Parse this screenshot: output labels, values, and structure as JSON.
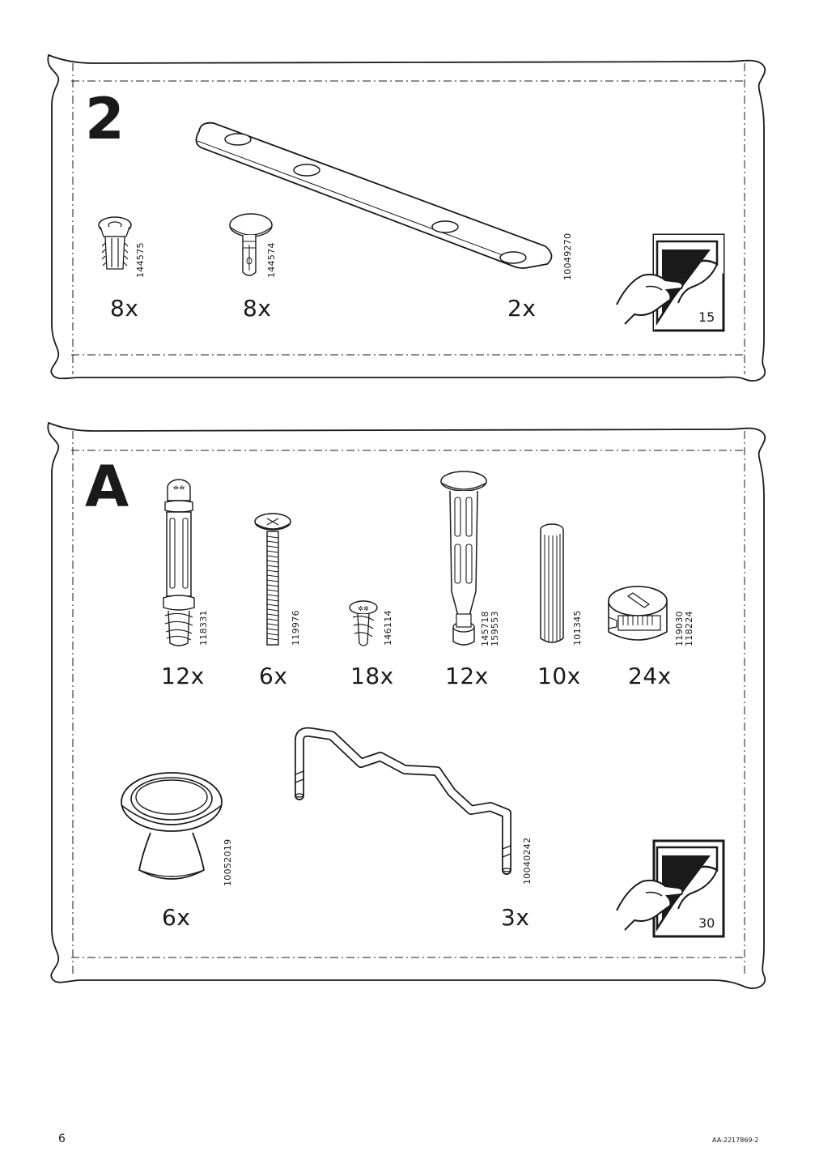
{
  "panels": [
    {
      "step": "2",
      "parts": [
        {
          "icon": "cam-dowel-icon",
          "article": "144575",
          "qty": "8x"
        },
        {
          "icon": "pin-icon",
          "article": "144574",
          "qty": "8x"
        },
        {
          "icon": "connector-plate-icon",
          "article": "10049270",
          "qty": "2x"
        }
      ],
      "turn_page": {
        "icon": "turn-page-icon",
        "page": "15"
      }
    },
    {
      "step": "A",
      "parts": [
        {
          "icon": "cam-bolt-icon",
          "article": "118331",
          "qty": "12x"
        },
        {
          "icon": "screw-icon",
          "article": "119976",
          "qty": "6x"
        },
        {
          "icon": "short-screw-icon",
          "article": "146114",
          "qty": "18x"
        },
        {
          "icon": "shelf-support-icon",
          "articles": [
            "145718",
            "159553"
          ],
          "qty": "12x"
        },
        {
          "icon": "wooden-dowel-icon",
          "article": "101345",
          "qty": "10x"
        },
        {
          "icon": "cam-lock-icon",
          "articles": [
            "119030",
            "118224"
          ],
          "qty": "24x"
        },
        {
          "icon": "knob-icon",
          "article": "10052019",
          "qty": "6x"
        },
        {
          "icon": "wire-bracket-icon",
          "article": "10040242",
          "qty": "3x"
        }
      ],
      "turn_page": {
        "icon": "turn-page-icon",
        "page": "30"
      }
    }
  ],
  "footer": {
    "page_number": "6",
    "doc_code": "AA-2217869-2"
  }
}
